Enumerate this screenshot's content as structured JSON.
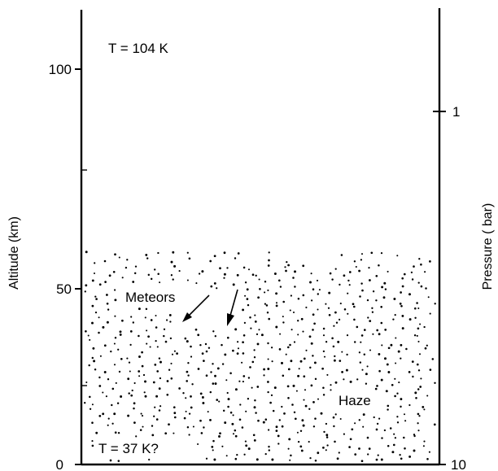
{
  "figure": {
    "top_temperature": "T = 104 K",
    "bottom_temperature": "T = 37 K?",
    "meteors_label": "Meteors",
    "haze_label": "Haze"
  },
  "left_axis": {
    "title": "Altitude (km)",
    "unit": "km",
    "range": [
      0,
      115
    ],
    "ticks": [
      {
        "value": 0,
        "label": "0"
      },
      {
        "value": 25,
        "label": ""
      },
      {
        "value": 50,
        "label": "50"
      },
      {
        "value": 75,
        "label": ""
      },
      {
        "value": 100,
        "label": "100"
      }
    ]
  },
  "right_axis": {
    "title": "Pressure ( bar)",
    "ticks": [
      {
        "value": 1,
        "label": "1"
      },
      {
        "value": 10,
        "label": "10"
      }
    ]
  },
  "haze": {
    "top_altitude_km": 60,
    "bottom_altitude_km": 0
  },
  "colors": {
    "ink": "#000000",
    "background": "#ffffff"
  }
}
